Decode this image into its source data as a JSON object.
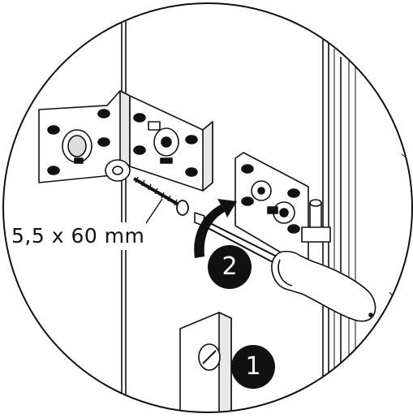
{
  "labels": {
    "screw_size": "5,5 x 60 mm",
    "step_1": "1",
    "step_2": "2"
  },
  "colors": {
    "line": "#111111",
    "fill": "#ffffff",
    "badge": "#111111"
  },
  "icons": [
    "screw-icon",
    "washer-icon",
    "screwdriver-icon",
    "rotation-arrow-icon",
    "hinge-plate-icon"
  ]
}
